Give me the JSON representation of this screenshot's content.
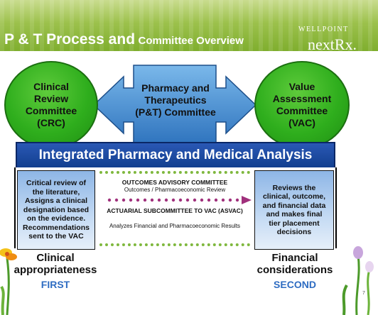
{
  "header": {
    "title_main": "P & T Process and",
    "title_rest": "Committee Overview",
    "logo_top": "WELLPOINT",
    "logo_bottom": "nextRx."
  },
  "diagram": {
    "crc_label": "Clinical Review Committee (CRC)",
    "pt_label": "Pharmacy and Therapeutics (P&T) Committee",
    "vac_label": "Value Assessment Committee (VAC)",
    "integrated_bar": "Integrated Pharmacy and Medical  Analysis",
    "left_box": "Critical review of the literature, Assigns a clinical designation based on the evidence. Recommendations sent to the VAC",
    "right_box": "Reviews the clinical, outcome, and financial data and makes final tier placement decisions",
    "oac_title": "OUTCOMES ADVISORY COMMITTEE",
    "oac_sub": "Outcomes / Pharmacoeconomic Review",
    "asvac_title": "ACTUARIAL SUBCOMMITTEE TO VAC (ASVAC)",
    "asvac_sub": "Analyzes Financial and Pharmacoeconomic Results",
    "left_bottom": "Clinical appropriateness",
    "left_order": "FIRST",
    "right_bottom": "Financial considerations",
    "right_order": "SECOND"
  },
  "page_number": "7",
  "colors": {
    "header_green": "#8fb83f",
    "circle_green": "#2fae1d",
    "bar_blue": "#123f8f",
    "arrow_blue": "#4d95d6",
    "accent_purple": "#a0307c",
    "order_blue": "#2e6cc2"
  }
}
